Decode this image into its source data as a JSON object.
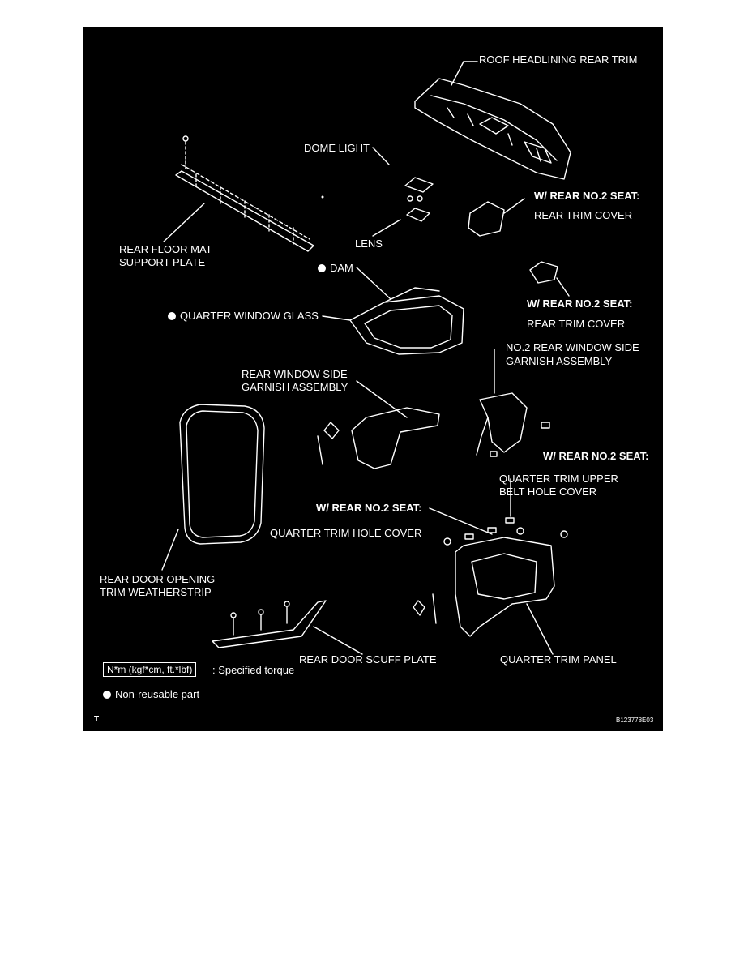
{
  "labels": {
    "roof_headlining": "ROOF HEADLINING REAR TRIM",
    "dome_light": "DOME LIGHT",
    "lens": "LENS",
    "wrear_seat_1": "W/ REAR NO.2 SEAT:",
    "rear_trim_cover_1": "REAR TRIM COVER",
    "rear_floor_mat_1": "REAR FLOOR MAT",
    "rear_floor_mat_2": "SUPPORT PLATE",
    "dam": "DAM",
    "quarter_window_glass": "QUARTER WINDOW GLASS",
    "wrear_seat_2": "W/ REAR NO.2 SEAT:",
    "rear_trim_cover_2": "REAR TRIM COVER",
    "no2_garnish_1": "NO.2 REAR WINDOW SIDE",
    "no2_garnish_2": "GARNISH ASSEMBLY",
    "rws_garnish_1": "REAR WINDOW SIDE",
    "rws_garnish_2": "GARNISH ASSEMBLY",
    "wrear_seat_3": "W/ REAR NO.2 SEAT:",
    "qt_upper_1": "QUARTER TRIM UPPER",
    "qt_upper_2": "BELT HOLE COVER",
    "wrear_seat_4": "W/ REAR NO.2 SEAT:",
    "qt_hole_cover": "QUARTER TRIM HOLE COVER",
    "weatherstrip_1": "REAR DOOR OPENING",
    "weatherstrip_2": "TRIM WEATHERSTRIP",
    "scuff_plate": "REAR DOOR SCUFF PLATE",
    "quarter_trim_panel": "QUARTER TRIM PANEL"
  },
  "legend": {
    "torque_unit": "N*m (kgf*cm, ft.*lbf)",
    "torque_text": ": Specified torque",
    "nonreusable": "Non-reusable part"
  },
  "corner": {
    "left": "T",
    "right": "B123778E03"
  }
}
